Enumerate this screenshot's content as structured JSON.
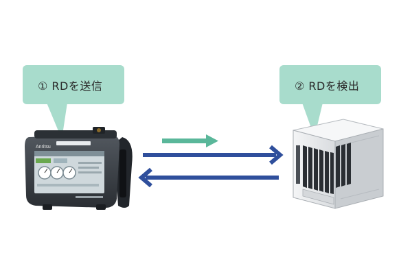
{
  "diagram": {
    "callout_left": {
      "label": "① RDを送信"
    },
    "callout_right": {
      "label": "② RDを検出"
    },
    "device_left": {
      "brand_text": "Anritsu"
    },
    "colors": {
      "callout_fill": "#a8dccc",
      "arrow_blue": "#2f4f9c",
      "arrow_green": "#5ab79a",
      "device_body": "#3a3f47",
      "screen": "#cfd8dc",
      "rack_body": "#eceef0"
    }
  }
}
